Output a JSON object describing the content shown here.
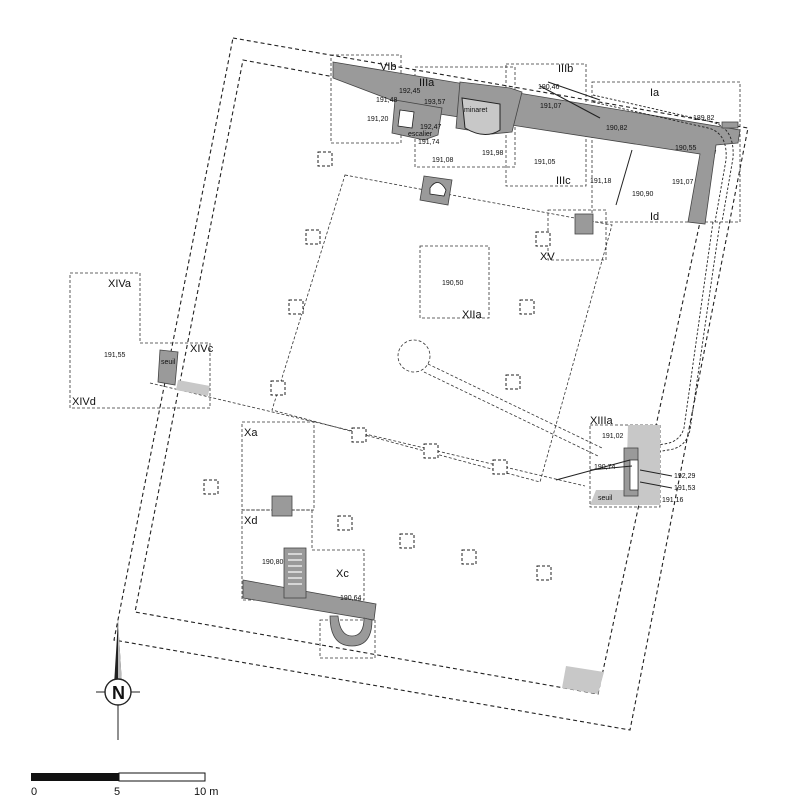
{
  "sector_labels": {
    "Ia": "Ia",
    "Id": "Id",
    "IIIa": "IIIa",
    "IIIb": "IIIb",
    "IIIc": "IIIc",
    "VIb": "VIb",
    "XIIa": "XIIa",
    "XIIIa": "XIIIa",
    "XV": "XV",
    "XIVa": "XIVa",
    "XIVc": "XIVc",
    "XIVd": "XIVd",
    "Xa": "Xa",
    "Xc": "Xc",
    "Xd": "Xd"
  },
  "feature_labels": {
    "minaret": "minaret",
    "escalier": "escalier",
    "seuil_west": "seuil",
    "seuil_east": "seuil"
  },
  "elevations": {
    "e1": "192,45",
    "e2": "191,48",
    "e3": "193,57",
    "e4": "190,46",
    "e5": "191,20",
    "e6": "192,47",
    "e7": "191,07",
    "e8": "191,74",
    "e9": "190,82",
    "e10": "189,82",
    "e11": "191,08",
    "e12": "191,98",
    "e13": "190,55",
    "e14": "191,05",
    "e15": "191,18",
    "e16": "190,90",
    "e17": "191,07",
    "e18": "190,50",
    "e19": "191,55",
    "e20": "191,02",
    "e21": "190,74",
    "e22": "192,29",
    "e23": "191,53",
    "e24": "191,16",
    "e25": "190,80",
    "e26": "190,64"
  },
  "north_arrow": {
    "letter": "N"
  },
  "scale_bar": {
    "tick_0": "0",
    "tick_5": "5",
    "tick_10": "10 m"
  }
}
